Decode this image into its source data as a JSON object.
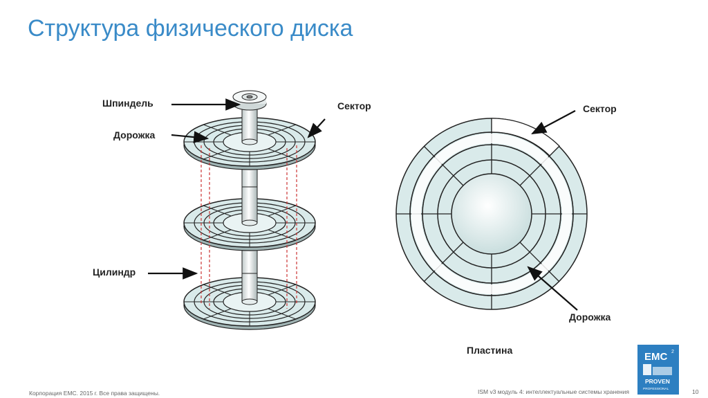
{
  "title": "Структура физического диска",
  "labels": {
    "spindle": "Шпиндель",
    "track_left": "Дорожка",
    "sector_left": "Сектор",
    "cylinder": "Цилиндр",
    "sector_right": "Сектор",
    "track_right": "Дорожка",
    "platter": "Пластина"
  },
  "footer": {
    "copyright": "Корпорация EMC. 2015 г. Все права защищены.",
    "course": "ISM v3 модуль 4: интеллектуальные системы хранения",
    "page_number": "10"
  },
  "logo": {
    "brand": "EMC",
    "superscript": "2",
    "tag1": "PROVEN",
    "tag2": "PROFESSIONAL"
  },
  "colors": {
    "title": "#3a8bc8",
    "disk_fill": "#d9eaea",
    "disk_stroke": "#222222",
    "cylinder_dash": "#cc3333",
    "logo_bg": "#2d7fc1"
  }
}
